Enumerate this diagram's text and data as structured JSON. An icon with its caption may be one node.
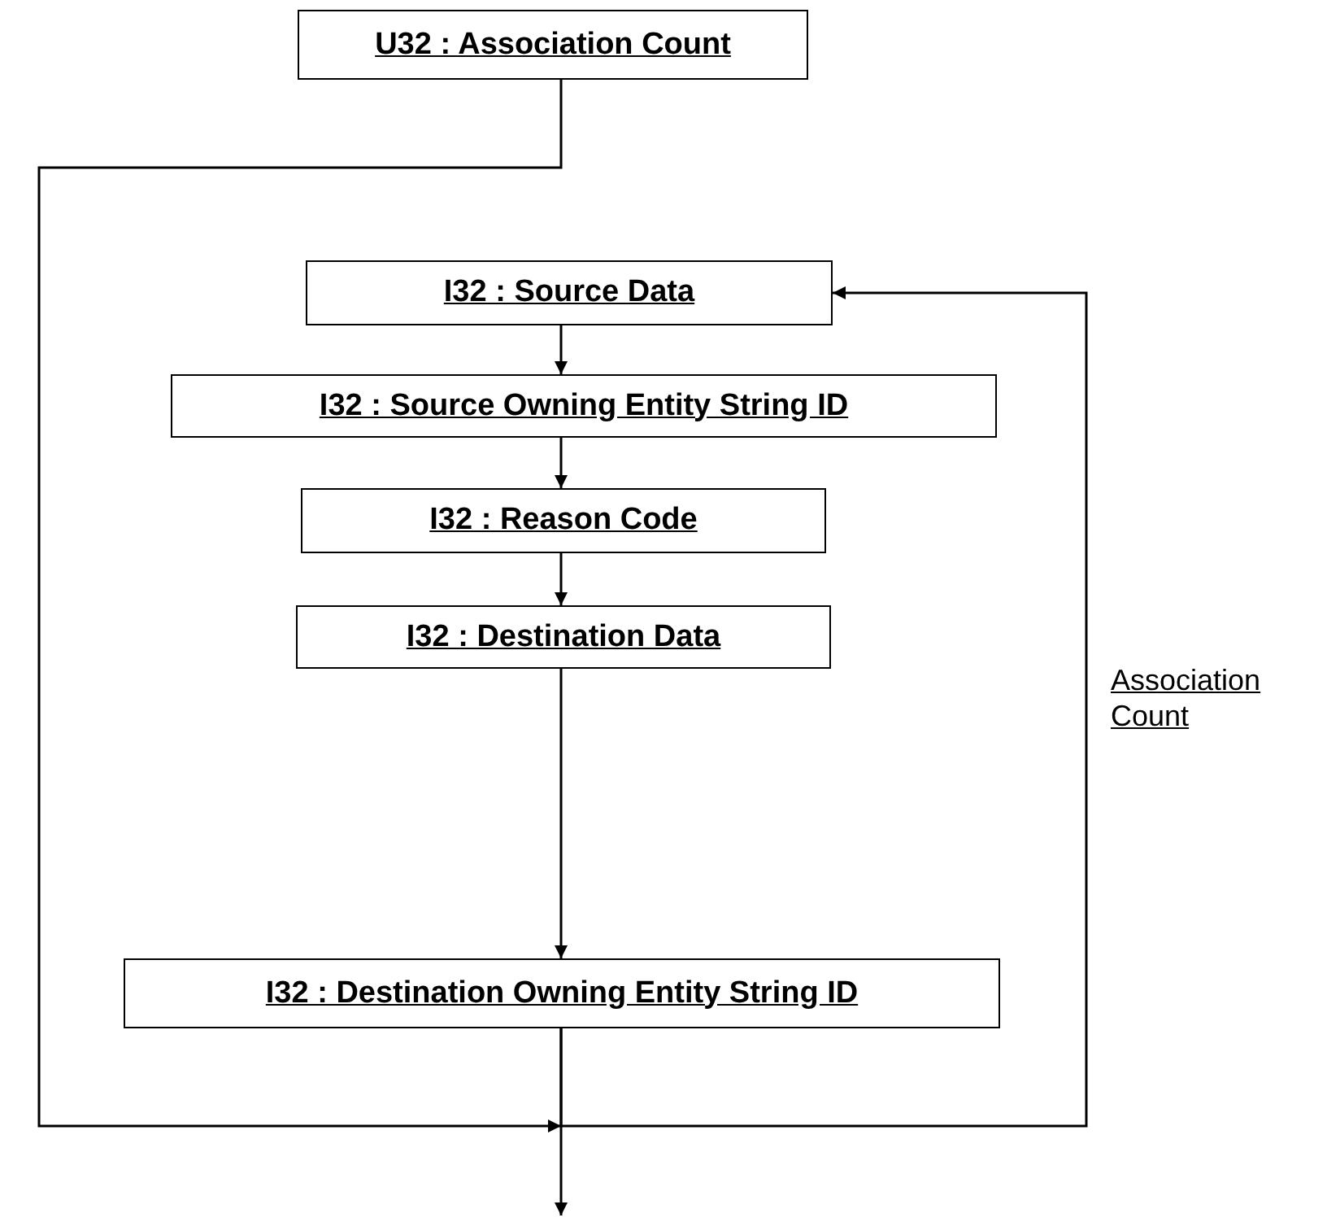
{
  "diagram": {
    "nodes": [
      {
        "text": [
          "U32 : Association Count"
        ]
      },
      {
        "text": [
          "I32 : Source Data"
        ]
      },
      {
        "text": [
          "I32 : Source Owning Entity String ID"
        ]
      },
      {
        "text": [
          "I32 : Reason Code"
        ]
      },
      {
        "text": [
          "I32 : Destination Data"
        ]
      },
      {
        "text": [
          "I32 : Destination Owning Entity String ID"
        ]
      }
    ],
    "edges": [
      {
        "from": 0,
        "to": null,
        "arrow": "to"
      },
      {
        "from": 1,
        "to": 2,
        "arrow": "to"
      },
      {
        "from": 2,
        "to": 3,
        "arrow": "to"
      },
      {
        "from": 3,
        "to": 4,
        "arrow": "to"
      },
      {
        "from": 4,
        "to": 5,
        "arrow": "to"
      },
      {
        "from": 5,
        "to": 1,
        "arrow": "to",
        "label": "Association Count"
      },
      {
        "from": 5,
        "to": null,
        "arrow": "to"
      }
    ]
  }
}
